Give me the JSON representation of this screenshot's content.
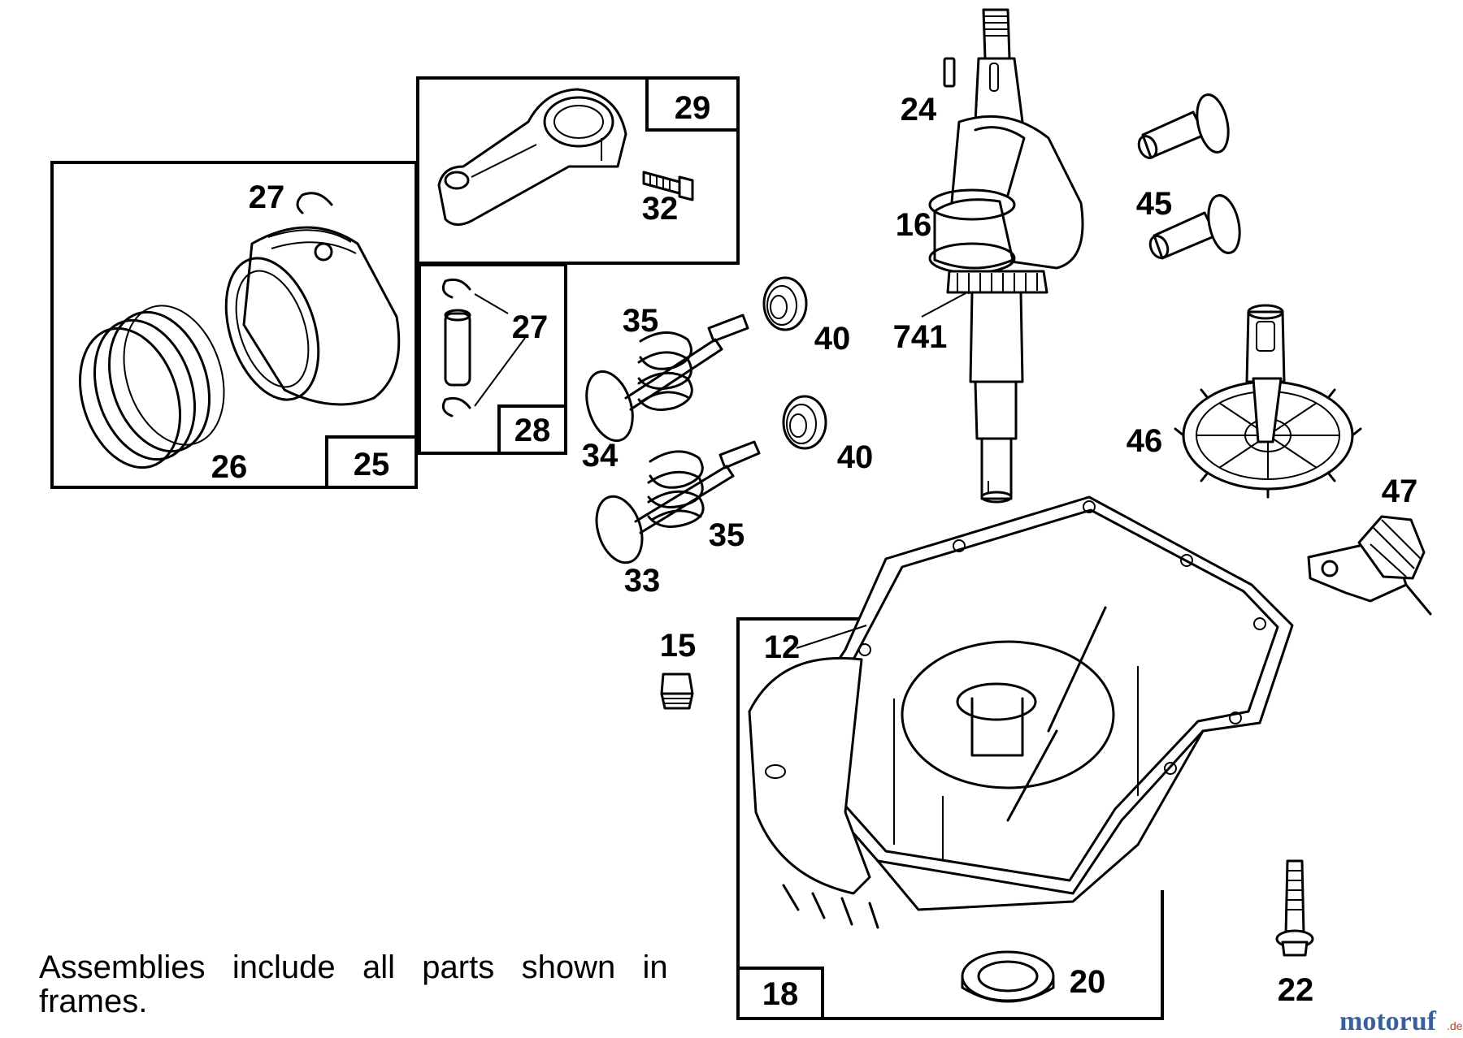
{
  "callouts": {
    "c24": "24",
    "c16": "16",
    "c741": "741",
    "c45": "45",
    "c46": "46",
    "c47": "47",
    "c27a": "27",
    "c27b": "27",
    "c26": "26",
    "c32": "32",
    "c35a": "35",
    "c35b": "35",
    "c40a": "40",
    "c40b": "40",
    "c34": "34",
    "c33": "33",
    "c15": "15",
    "c12": "12",
    "c20": "20",
    "c22": "22"
  },
  "frames": {
    "f25": "25",
    "f28": "28",
    "f29": "29",
    "f18": "18"
  },
  "note": {
    "line1": "Assemblies   include   all   parts   shown   in",
    "line2": "frames."
  },
  "watermark": {
    "brand": "motoruf",
    "suffix": ".de"
  }
}
